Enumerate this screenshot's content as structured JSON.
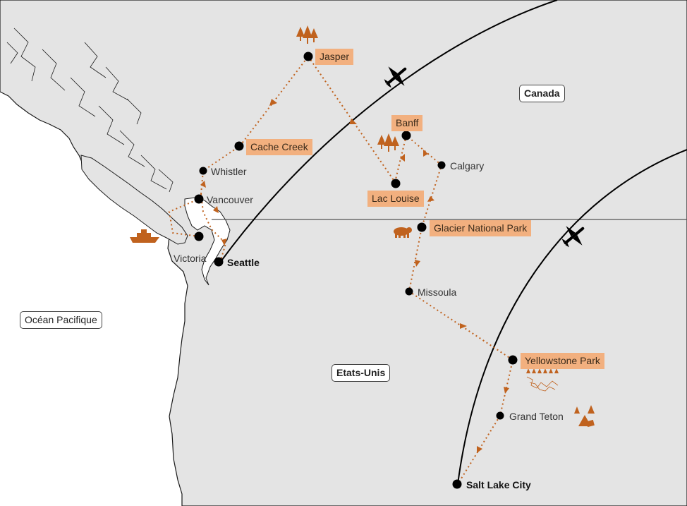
{
  "map": {
    "regions": {
      "canada": "Canada",
      "usa": "Etats-Unis",
      "ocean": "Océan Pacifique"
    },
    "colors": {
      "land": "#e4e4e4",
      "water": "#ffffff",
      "route": "#c0621e",
      "highlight": "#f2b07f",
      "border": "#555555"
    },
    "places": [
      {
        "id": "jasper",
        "name": "Jasper",
        "highlight": true
      },
      {
        "id": "banff",
        "name": "Banff",
        "highlight": true
      },
      {
        "id": "calgary",
        "name": "Calgary",
        "highlight": false
      },
      {
        "id": "cache-creek",
        "name": "Cache Creek",
        "highlight": true
      },
      {
        "id": "whistler",
        "name": "Whistler",
        "highlight": false
      },
      {
        "id": "lac-louise",
        "name": "Lac Louise",
        "highlight": true
      },
      {
        "id": "vancouver",
        "name": "Vancouver",
        "highlight": false
      },
      {
        "id": "glacier",
        "name": "Glacier National Park",
        "highlight": true
      },
      {
        "id": "victoria",
        "name": "Victoria",
        "highlight": false
      },
      {
        "id": "seattle",
        "name": "Seattle",
        "highlight": false
      },
      {
        "id": "missoula",
        "name": "Missoula",
        "highlight": false
      },
      {
        "id": "yellowstone",
        "name": "Yellowstone Park",
        "highlight": true
      },
      {
        "id": "grand-teton",
        "name": "Grand Teton",
        "highlight": false
      },
      {
        "id": "salt-lake-city",
        "name": "Salt Lake City",
        "highlight": false
      }
    ],
    "icons": [
      "forest-icon",
      "forest-icon",
      "ferry-icon",
      "bear-icon",
      "geyser-icon",
      "camping-icon",
      "plane-icon",
      "plane-icon"
    ]
  }
}
